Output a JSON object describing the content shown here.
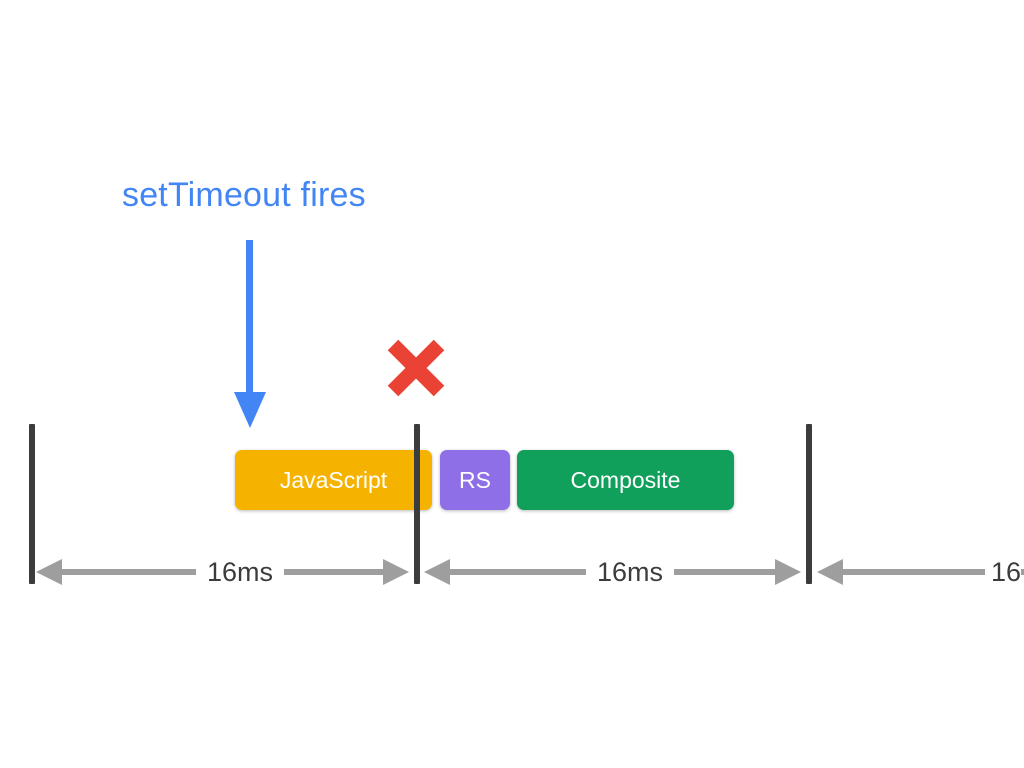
{
  "diagram": {
    "title_text": "setTimeout fires",
    "colors": {
      "callout_blue": "#4285F4",
      "javascript_amber": "#F5B300",
      "recalc_style_purple": "#8E6FE8",
      "composite_green": "#11A05C",
      "x_red": "#EA4335",
      "tick_dark": "#3C3C3C",
      "arrow_gray": "#9E9E9E",
      "background": "#FFFFFF"
    },
    "callout": {
      "label": "setTimeout fires",
      "arrow_icon": "down-arrow-icon"
    },
    "marker": {
      "icon": "red-x-icon",
      "meaning": "missed frame deadline"
    },
    "frame_ticks": [
      {
        "name": "frame-boundary-0"
      },
      {
        "name": "frame-boundary-1"
      },
      {
        "name": "frame-boundary-2"
      }
    ],
    "tasks": [
      {
        "label": "JavaScript",
        "color": "#F5B300"
      },
      {
        "label": "RS",
        "color": "#8E6FE8"
      },
      {
        "label": "Composite",
        "color": "#11A05C"
      }
    ],
    "intervals": [
      {
        "label": "16ms"
      },
      {
        "label": "16ms"
      },
      {
        "label": "16"
      }
    ]
  }
}
